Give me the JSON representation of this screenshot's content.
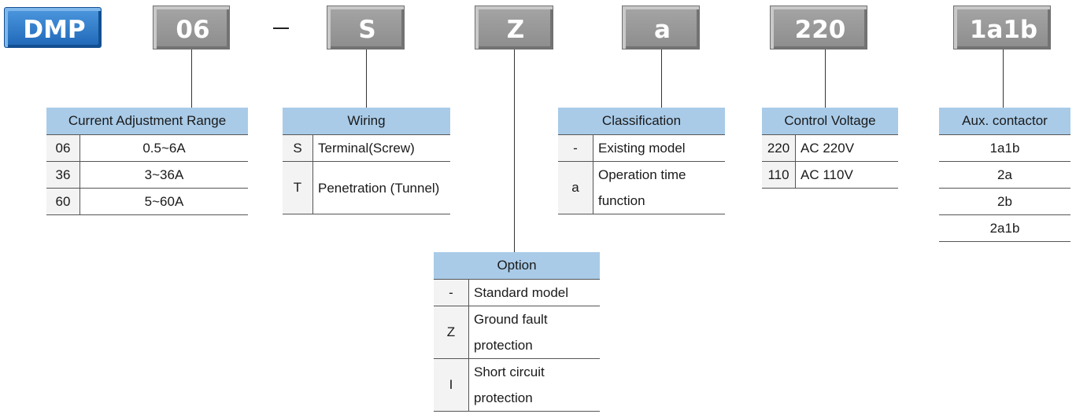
{
  "codes": {
    "brand": "DMP",
    "range": "06",
    "separator": "–",
    "wiring": "S",
    "option": "Z",
    "classification": "a",
    "voltage": "220",
    "aux": "1a1b"
  },
  "colors": {
    "brand_box": "#2e7bcf",
    "code_box": "#999999",
    "table_header": "#a9cbe8",
    "key_cell": "#f3f3f3"
  },
  "tables": {
    "range": {
      "title": "Current Adjustment Range",
      "rows": [
        {
          "key": "06",
          "value": "0.5~6A"
        },
        {
          "key": "36",
          "value": "3~36A"
        },
        {
          "key": "60",
          "value": "5~60A"
        }
      ]
    },
    "wiring": {
      "title": "Wiring",
      "rows": [
        {
          "key": "S",
          "value": "Terminal(Screw)"
        },
        {
          "key": "T",
          "value": "Penetration (Tunnel)"
        }
      ]
    },
    "classification": {
      "title": "Classification",
      "rows": [
        {
          "key": "-",
          "value": "Existing model"
        },
        {
          "key": "a",
          "value": "Operation time function"
        }
      ]
    },
    "voltage": {
      "title": "Control Voltage",
      "rows": [
        {
          "key": "220",
          "value": "AC 220V"
        },
        {
          "key": "110",
          "value": "AC 110V"
        }
      ]
    },
    "aux": {
      "title": "Aux. contactor",
      "rows": [
        "1a1b",
        "2a",
        "2b",
        "2a1b"
      ]
    },
    "option": {
      "title": "Option",
      "rows": [
        {
          "key": "-",
          "value": "Standard model"
        },
        {
          "key": "Z",
          "value": "Ground fault protection"
        },
        {
          "key": "I",
          "value": "Short circuit protection"
        }
      ]
    }
  }
}
